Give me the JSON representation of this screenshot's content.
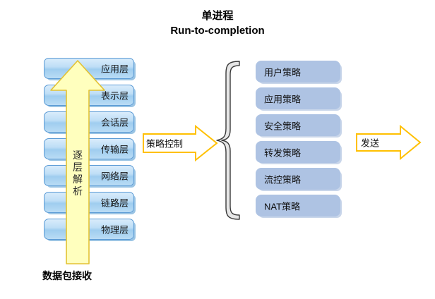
{
  "title": {
    "line1": "单进程",
    "line2": "Run-to-completion"
  },
  "osi_stack": {
    "name": "protocol-layer-stack",
    "layers": [
      {
        "label": "应用层"
      },
      {
        "label": "表示层"
      },
      {
        "label": "会话层"
      },
      {
        "label": "传输层"
      },
      {
        "label": "网络层"
      },
      {
        "label": "链路层"
      },
      {
        "label": "物理层"
      }
    ]
  },
  "up_arrow": {
    "label": "逐层解析",
    "chars": [
      "逐",
      "层",
      "解",
      "析"
    ],
    "fill_color": "#FFFFC0",
    "stroke_color": "#E8C33A"
  },
  "packet_receive": {
    "label": "数据包接收"
  },
  "policy_control_arrow": {
    "label": "策略控制",
    "fill_color": "#FFFFFF",
    "stroke_color": "#FFC000"
  },
  "brace": {
    "name": "left-curly-brace",
    "fill_color": "#E8E8E8",
    "stroke_color": "#404040"
  },
  "policy_stack": {
    "name": "policy-list",
    "items": [
      {
        "label": "用户策略"
      },
      {
        "label": "应用策略"
      },
      {
        "label": "安全策略"
      },
      {
        "label": "转发策略"
      },
      {
        "label": "流控策略"
      },
      {
        "label": "NAT策略"
      }
    ],
    "fill_color": "#AEC3E3"
  },
  "send_arrow": {
    "label": "发送",
    "fill_color": "#FFFFFF",
    "stroke_color": "#FFC000"
  }
}
